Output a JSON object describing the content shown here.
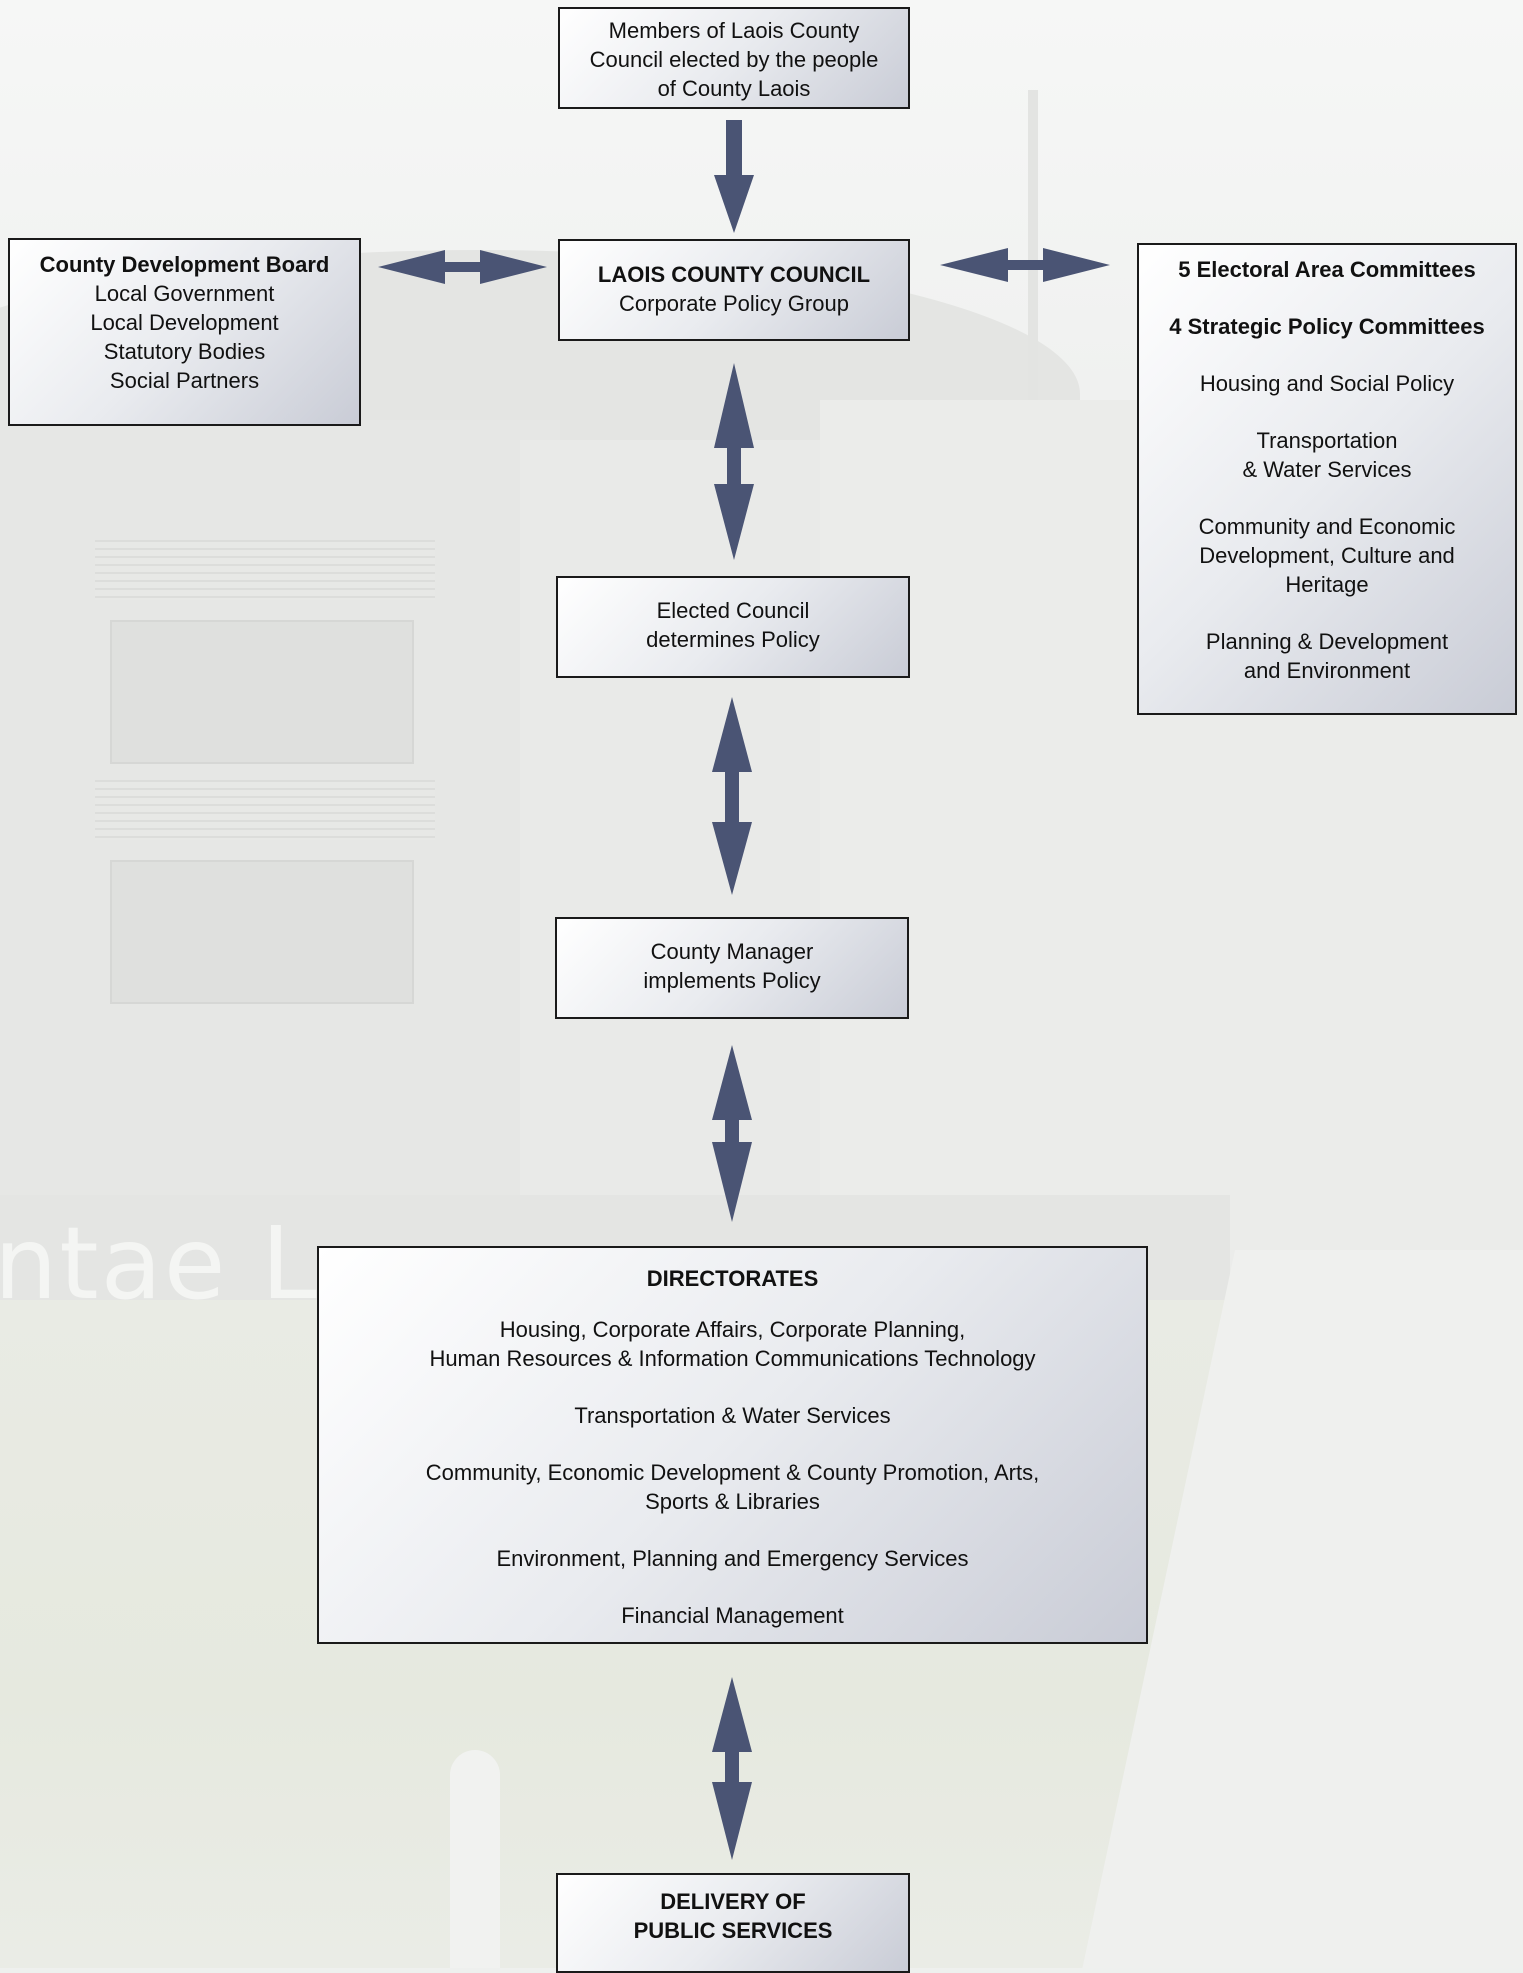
{
  "colors": {
    "arrow": "#4a5474",
    "box_border": "#1a1a1a",
    "box_gradient_light": "#ffffff",
    "box_gradient_dark": "#c9ccd6"
  },
  "background": {
    "sign_text": "ntae L"
  },
  "members": {
    "lines": [
      "Members of Laois County",
      "Council elected by the people",
      "of County Laois"
    ]
  },
  "council": {
    "title": "LAOIS COUNTY COUNCIL",
    "subtitle": "Corporate Policy Group"
  },
  "cdb": {
    "title": "County Development Board",
    "items": [
      "Local Government",
      "Local Development",
      "Statutory Bodies",
      "Social Partners"
    ]
  },
  "committees": {
    "electoral": "5 Electoral Area Committees",
    "strategic": "4 Strategic Policy Committees",
    "groups": [
      [
        "Housing and Social Policy"
      ],
      [
        "Transportation",
        "& Water Services"
      ],
      [
        "Community and Economic",
        "Development, Culture and",
        "Heritage"
      ],
      [
        "Planning & Development",
        "and Environment"
      ]
    ]
  },
  "elected": {
    "lines": [
      "Elected Council",
      "determines Policy"
    ]
  },
  "manager": {
    "lines": [
      "County Manager",
      "implements Policy"
    ]
  },
  "directorates": {
    "title": "DIRECTORATES",
    "groups": [
      [
        "Housing, Corporate Affairs, Corporate Planning,",
        "Human Resources & Information Communications Technology"
      ],
      [
        "Transportation & Water Services"
      ],
      [
        "Community, Economic Development & County Promotion, Arts,",
        "Sports & Libraries"
      ],
      [
        "Environment, Planning and Emergency Services"
      ],
      [
        "Financial Management"
      ]
    ]
  },
  "delivery": {
    "lines": [
      "DELIVERY OF",
      "PUBLIC SERVICES"
    ]
  }
}
